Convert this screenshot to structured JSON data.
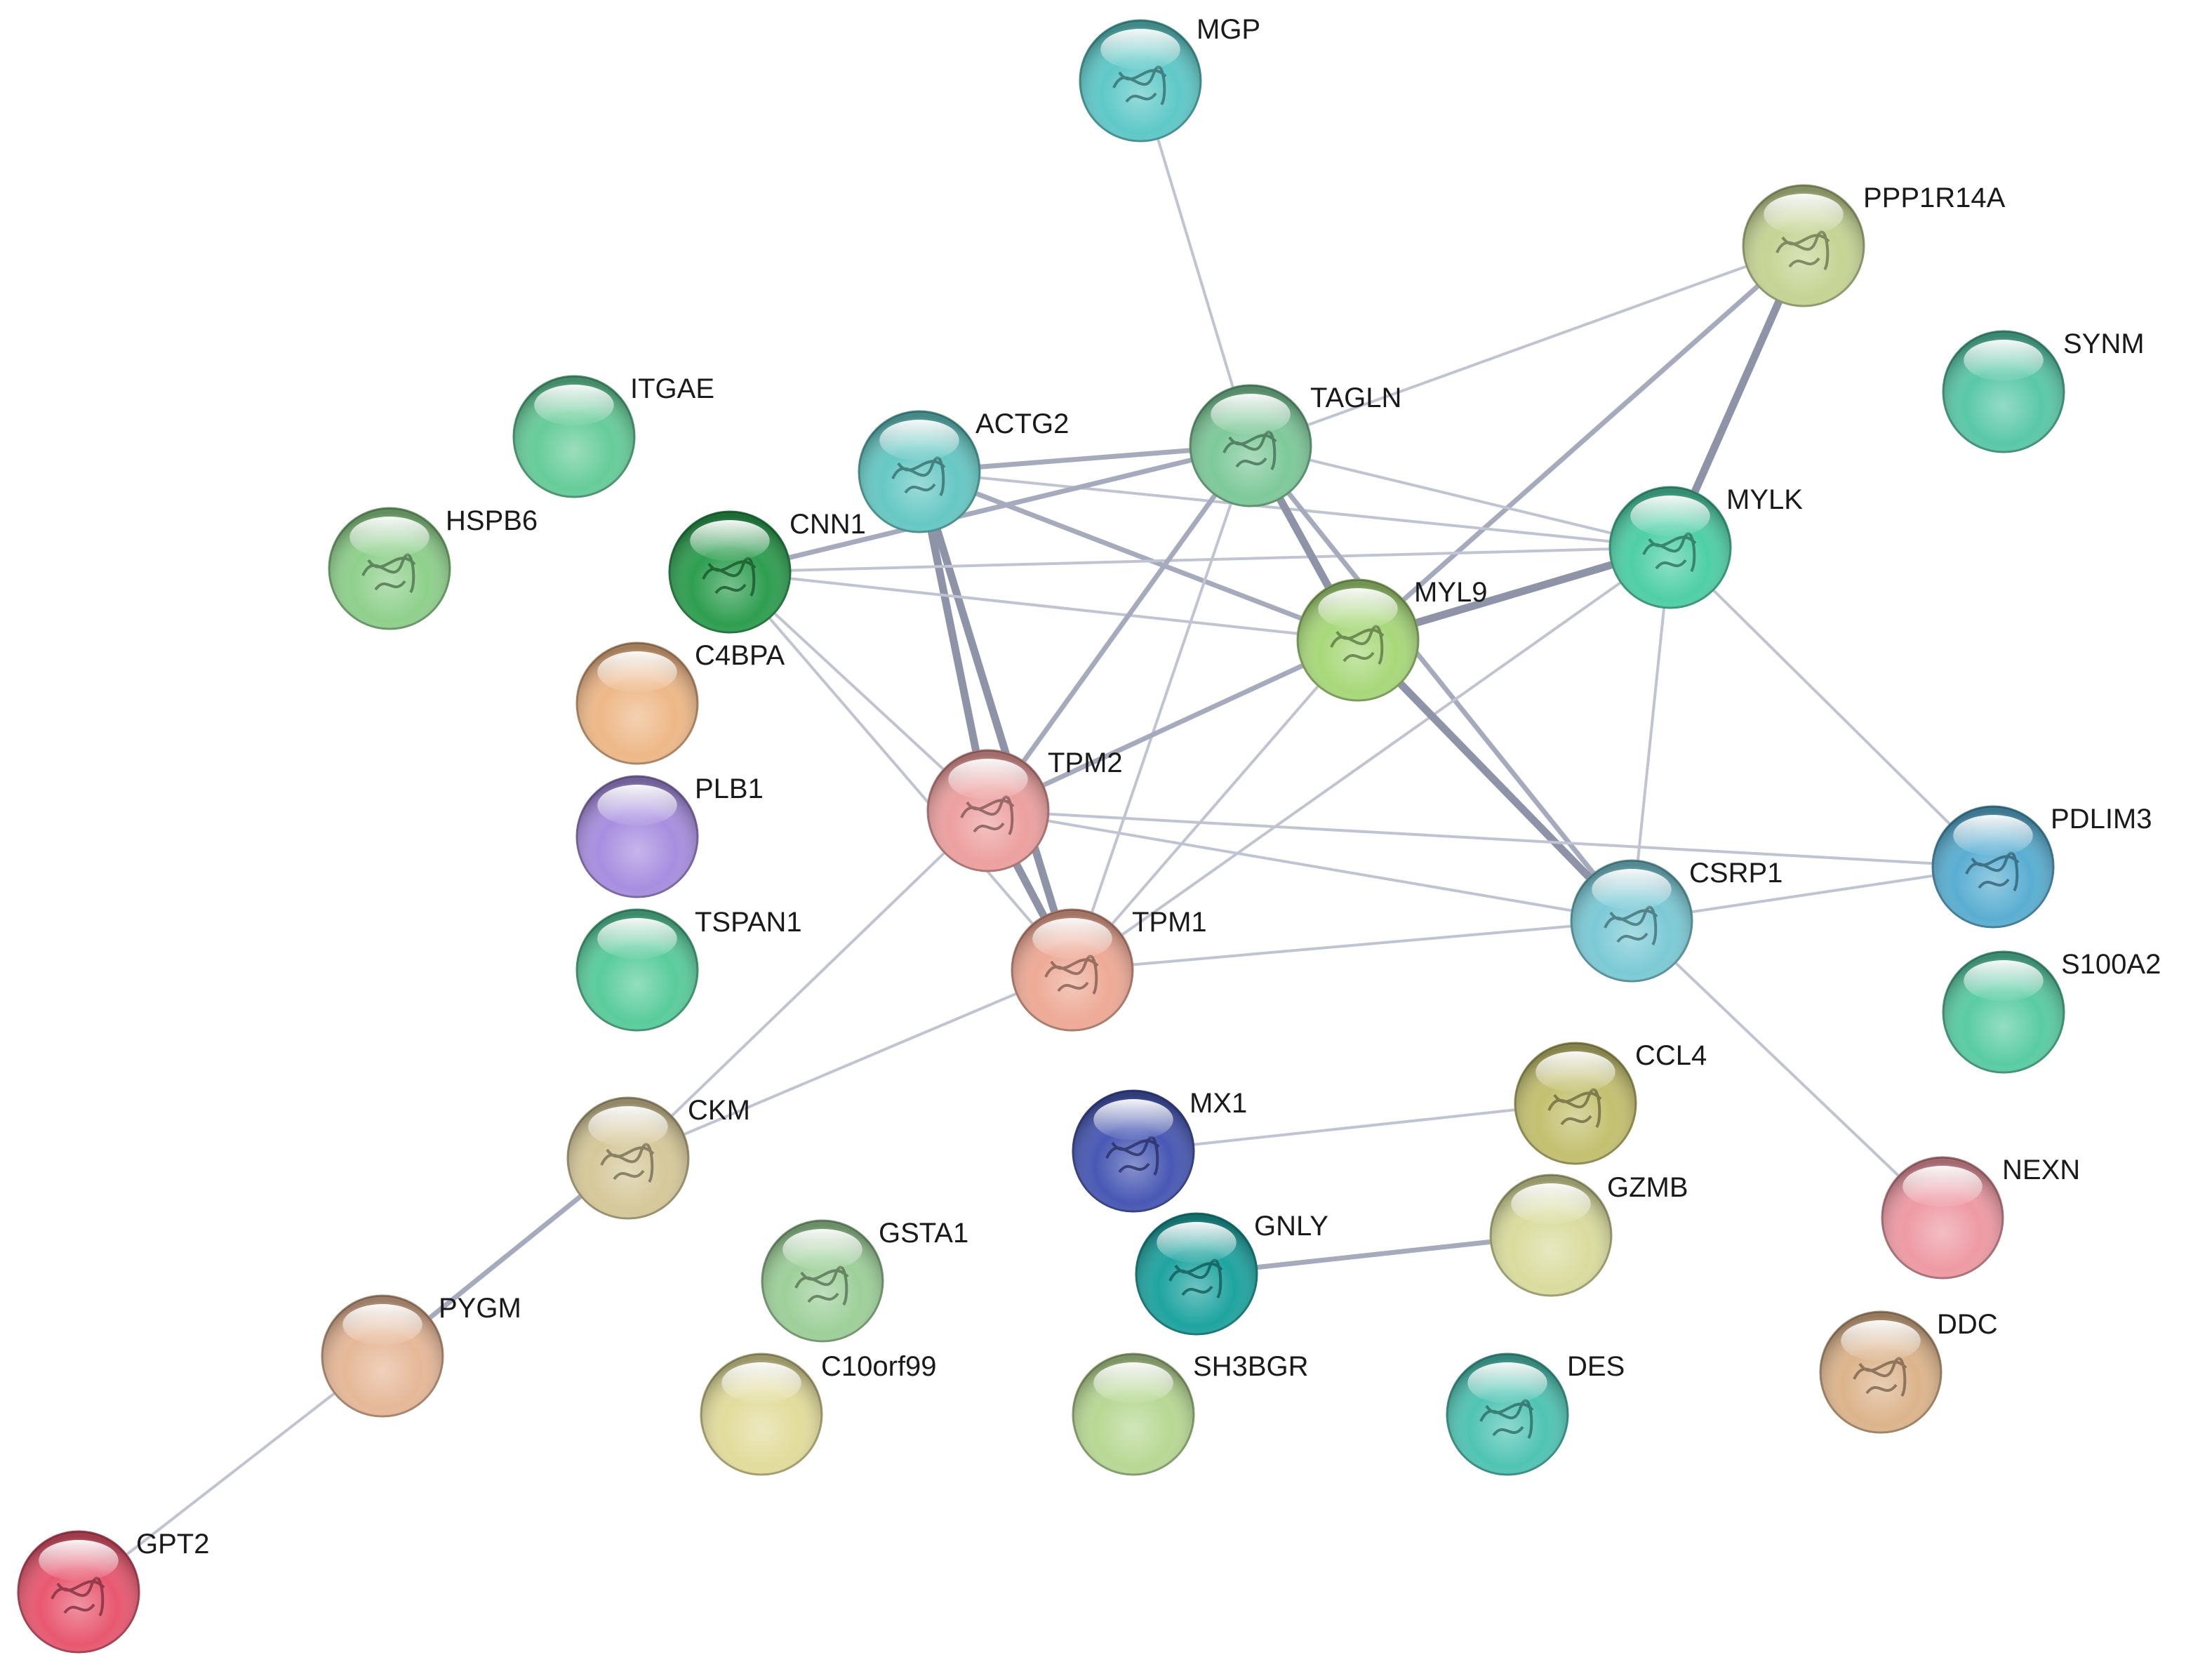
{
  "network": {
    "nodes": [
      {
        "id": "MGP",
        "label": "MGP",
        "color": "#5fc8c8",
        "structure": true
      },
      {
        "id": "PPP1R14A",
        "label": "PPP1R14A",
        "color": "#c5d494",
        "structure": true
      },
      {
        "id": "SYNM",
        "label": "SYNM",
        "color": "#5ac8a8",
        "structure": false
      },
      {
        "id": "ITGAE",
        "label": "ITGAE",
        "color": "#66cc99",
        "structure": false
      },
      {
        "id": "ACTG2",
        "label": "ACTG2",
        "color": "#66c8c4",
        "structure": true
      },
      {
        "id": "TAGLN",
        "label": "TAGLN",
        "color": "#7ec99a",
        "structure": true
      },
      {
        "id": "MYLK",
        "label": "MYLK",
        "color": "#4fcfa6",
        "structure": true
      },
      {
        "id": "HSPB6",
        "label": "HSPB6",
        "color": "#8fd08c",
        "structure": true
      },
      {
        "id": "CNN1",
        "label": "CNN1",
        "color": "#2e9e50",
        "structure": true
      },
      {
        "id": "MYL9",
        "label": "MYL9",
        "color": "#a8d87a",
        "structure": true
      },
      {
        "id": "C4BPA",
        "label": "C4BPA",
        "color": "#eeb888",
        "structure": false
      },
      {
        "id": "TPM2",
        "label": "TPM2",
        "color": "#eda0a0",
        "structure": true
      },
      {
        "id": "PLB1",
        "label": "PLB1",
        "color": "#a88ee0",
        "structure": false
      },
      {
        "id": "PDLIM3",
        "label": "PDLIM3",
        "color": "#5aaed2",
        "structure": true
      },
      {
        "id": "CSRP1",
        "label": "CSRP1",
        "color": "#7ccad6",
        "structure": true
      },
      {
        "id": "TSPAN1",
        "label": "TSPAN1",
        "color": "#5acc9c",
        "structure": false
      },
      {
        "id": "TPM1",
        "label": "TPM1",
        "color": "#eeaa96",
        "structure": true
      },
      {
        "id": "S100A2",
        "label": "S100A2",
        "color": "#5acca4",
        "structure": false
      },
      {
        "id": "CCL4",
        "label": "CCL4",
        "color": "#c4c070",
        "structure": true
      },
      {
        "id": "MX1",
        "label": "MX1",
        "color": "#4858b4",
        "structure": true
      },
      {
        "id": "CKM",
        "label": "CKM",
        "color": "#d6c89a",
        "structure": true
      },
      {
        "id": "NEXN",
        "label": "NEXN",
        "color": "#ee9aa4",
        "structure": false
      },
      {
        "id": "GZMB",
        "label": "GZMB",
        "color": "#dadc9e",
        "structure": false
      },
      {
        "id": "GSTA1",
        "label": "GSTA1",
        "color": "#9ed09a",
        "structure": true
      },
      {
        "id": "GNLY",
        "label": "GNLY",
        "color": "#1fa4a0",
        "structure": true
      },
      {
        "id": "PYGM",
        "label": "PYGM",
        "color": "#e6b898",
        "structure": false
      },
      {
        "id": "DDC",
        "label": "DDC",
        "color": "#dcb48c",
        "structure": true
      },
      {
        "id": "C10orf99",
        "label": "C10orf99",
        "color": "#e2dc9c",
        "structure": false
      },
      {
        "id": "SH3BGR",
        "label": "SH3BGR",
        "color": "#b8d894",
        "structure": false
      },
      {
        "id": "DES",
        "label": "DES",
        "color": "#50c4b4",
        "structure": true
      },
      {
        "id": "GPT2",
        "label": "GPT2",
        "color": "#e85870",
        "structure": true
      }
    ],
    "edges": [
      {
        "source": "MGP",
        "target": "TAGLN",
        "weight": 1
      },
      {
        "source": "PPP1R14A",
        "target": "TAGLN",
        "weight": 1
      },
      {
        "source": "PPP1R14A",
        "target": "MYLK",
        "weight": 3
      },
      {
        "source": "PPP1R14A",
        "target": "MYL9",
        "weight": 2
      },
      {
        "source": "ACTG2",
        "target": "TAGLN",
        "weight": 2
      },
      {
        "source": "ACTG2",
        "target": "MYLK",
        "weight": 1
      },
      {
        "source": "ACTG2",
        "target": "MYL9",
        "weight": 2
      },
      {
        "source": "ACTG2",
        "target": "TPM2",
        "weight": 3
      },
      {
        "source": "ACTG2",
        "target": "TPM1",
        "weight": 3
      },
      {
        "source": "CNN1",
        "target": "TAGLN",
        "weight": 2
      },
      {
        "source": "CNN1",
        "target": "MYLK",
        "weight": 1
      },
      {
        "source": "CNN1",
        "target": "MYL9",
        "weight": 1
      },
      {
        "source": "CNN1",
        "target": "TPM2",
        "weight": 1
      },
      {
        "source": "CNN1",
        "target": "TPM1",
        "weight": 1
      },
      {
        "source": "TAGLN",
        "target": "MYLK",
        "weight": 1
      },
      {
        "source": "TAGLN",
        "target": "MYL9",
        "weight": 3
      },
      {
        "source": "TAGLN",
        "target": "TPM2",
        "weight": 2
      },
      {
        "source": "TAGLN",
        "target": "TPM1",
        "weight": 1
      },
      {
        "source": "TAGLN",
        "target": "CSRP1",
        "weight": 2
      },
      {
        "source": "MYLK",
        "target": "MYL9",
        "weight": 3
      },
      {
        "source": "MYLK",
        "target": "TPM1",
        "weight": 1
      },
      {
        "source": "MYLK",
        "target": "CSRP1",
        "weight": 1
      },
      {
        "source": "MYLK",
        "target": "PDLIM3",
        "weight": 1
      },
      {
        "source": "MYL9",
        "target": "TPM2",
        "weight": 2
      },
      {
        "source": "MYL9",
        "target": "TPM1",
        "weight": 1
      },
      {
        "source": "MYL9",
        "target": "CSRP1",
        "weight": 3
      },
      {
        "source": "TPM2",
        "target": "TPM1",
        "weight": 3
      },
      {
        "source": "TPM2",
        "target": "CSRP1",
        "weight": 1
      },
      {
        "source": "TPM2",
        "target": "PDLIM3",
        "weight": 1
      },
      {
        "source": "TPM2",
        "target": "CKM",
        "weight": 1
      },
      {
        "source": "TPM1",
        "target": "CSRP1",
        "weight": 1
      },
      {
        "source": "TPM1",
        "target": "CKM",
        "weight": 1
      },
      {
        "source": "CSRP1",
        "target": "PDLIM3",
        "weight": 1
      },
      {
        "source": "CSRP1",
        "target": "NEXN",
        "weight": 1
      },
      {
        "source": "MX1",
        "target": "CCL4",
        "weight": 1
      },
      {
        "source": "GNLY",
        "target": "GZMB",
        "weight": 2
      },
      {
        "source": "CKM",
        "target": "PYGM",
        "weight": 2
      },
      {
        "source": "PYGM",
        "target": "GPT2",
        "weight": 1
      }
    ]
  }
}
